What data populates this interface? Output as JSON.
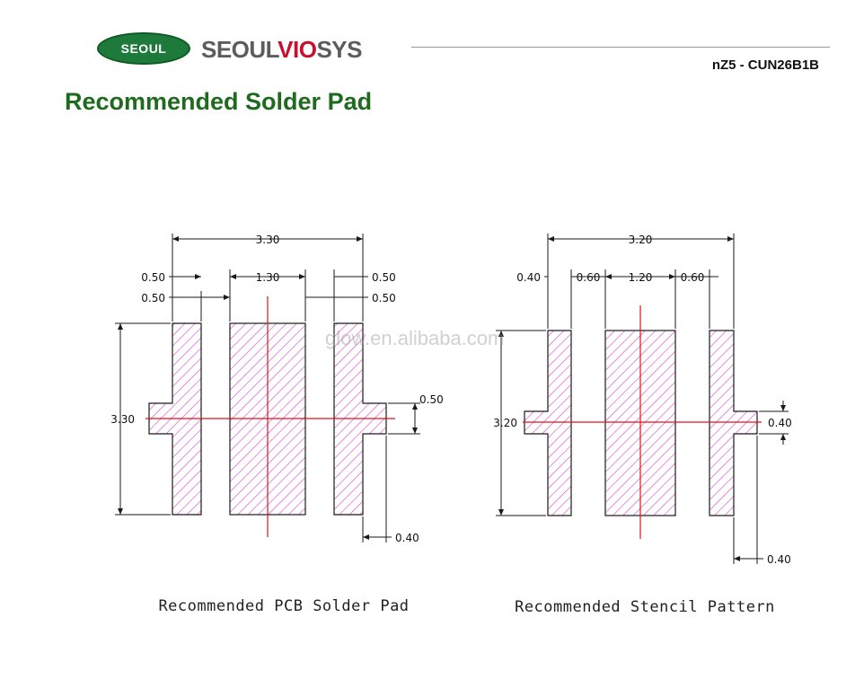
{
  "header": {
    "logo_badge": "SEOUL",
    "brand_prefix": "SEOUL",
    "brand_accent": "VIO",
    "brand_suffix": "SYS",
    "model": "nZ5 - CUN26B1B"
  },
  "title": "Recommended Solder Pad",
  "watermark": "glow.en.alibaba.com",
  "pcb_pad": {
    "caption": "Recommended PCB Solder Pad",
    "dims": {
      "overall_width": "3.30",
      "left_pad_width": "0.50",
      "left_gap": "0.50",
      "center_width": "1.30",
      "right_pad_width": "0.50",
      "right_gap": "0.50",
      "height": "3.30",
      "tab_height": "0.50",
      "tab_width": "0.40"
    }
  },
  "stencil": {
    "caption": "Recommended Stencil Pattern",
    "dims": {
      "overall_width": "3.20",
      "left_pad_width": "0.40",
      "left_gap": "0.60",
      "center_width": "1.20",
      "right_gap": "0.60",
      "height": "3.20",
      "tab_height": "0.40",
      "tab_width": "0.40"
    }
  },
  "colors": {
    "title": "#1f6a1f",
    "brand_accent": "#c8102e",
    "hatch": "#d946c8",
    "centerline": "#e0151e",
    "logo_green": "#1e7a3a"
  }
}
